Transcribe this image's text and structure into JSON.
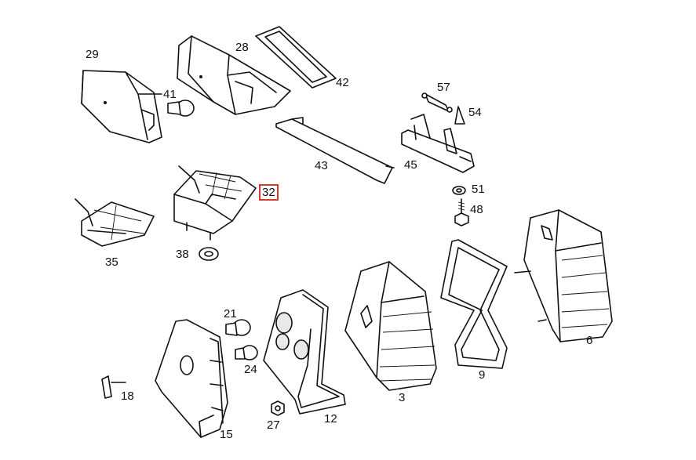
{
  "parts": [
    {
      "id": "p29",
      "number": "29"
    },
    {
      "id": "p28",
      "number": "28"
    },
    {
      "id": "p42",
      "number": "42"
    },
    {
      "id": "p41",
      "number": "41"
    },
    {
      "id": "p57",
      "number": "57"
    },
    {
      "id": "p54",
      "number": "54"
    },
    {
      "id": "p43",
      "number": "43"
    },
    {
      "id": "p45",
      "number": "45"
    },
    {
      "id": "p32",
      "number": "32",
      "highlighted": true
    },
    {
      "id": "p51",
      "number": "51"
    },
    {
      "id": "p48",
      "number": "48"
    },
    {
      "id": "p35",
      "number": "35"
    },
    {
      "id": "p38",
      "number": "38"
    },
    {
      "id": "p21",
      "number": "21"
    },
    {
      "id": "p24",
      "number": "24"
    },
    {
      "id": "p18",
      "number": "18"
    },
    {
      "id": "p15",
      "number": "15"
    },
    {
      "id": "p27",
      "number": "27"
    },
    {
      "id": "p12",
      "number": "12"
    },
    {
      "id": "p3",
      "number": "3"
    },
    {
      "id": "p9",
      "number": "9"
    },
    {
      "id": "p6",
      "number": "6"
    }
  ],
  "colors": {
    "highlight": "#d9372b",
    "line": "#111111"
  }
}
